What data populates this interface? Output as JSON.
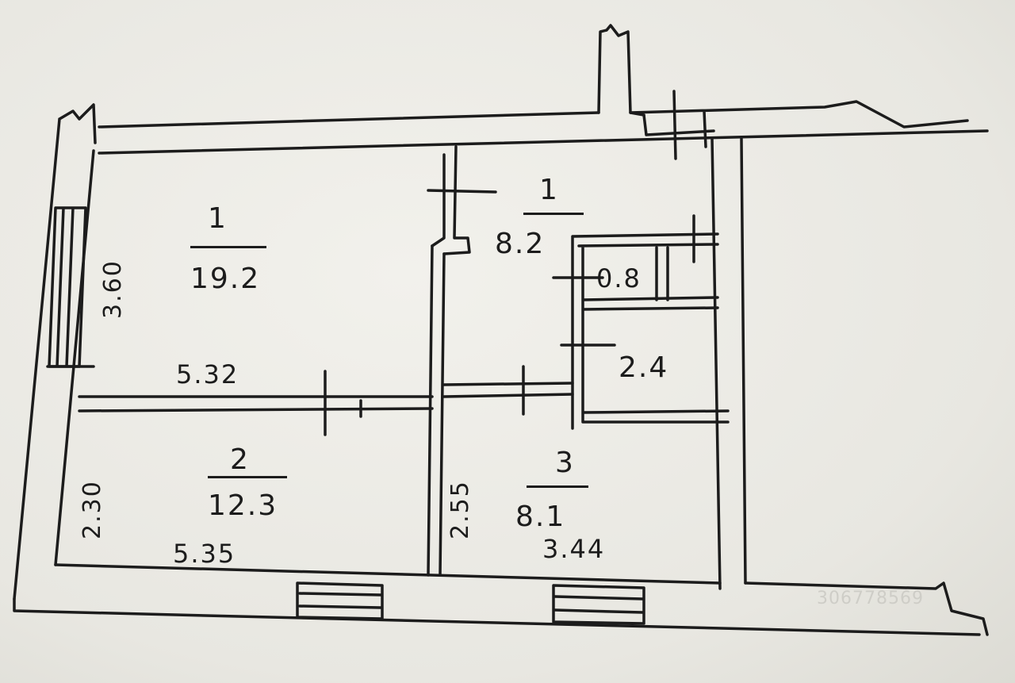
{
  "rooms": [
    {
      "id": "room-1",
      "number": "1",
      "area": "19.2"
    },
    {
      "id": "room-kitchen",
      "number": "1",
      "area": "8.2"
    },
    {
      "id": "room-2",
      "number": "2",
      "area": "12.3"
    },
    {
      "id": "room-3",
      "number": "3",
      "area": "8.1"
    }
  ],
  "small_rooms": {
    "wc": "0.8",
    "bath": "2.4"
  },
  "dimensions": {
    "room1_height": "3.60",
    "room1_width": "5.32",
    "room2_height": "2.30",
    "room2_width": "5.35",
    "room3_height": "2.55",
    "room3_width": "3.44"
  },
  "watermark": "306778569",
  "colors": {
    "ink": "#1c1c1c",
    "paper": "#ecebe6"
  }
}
